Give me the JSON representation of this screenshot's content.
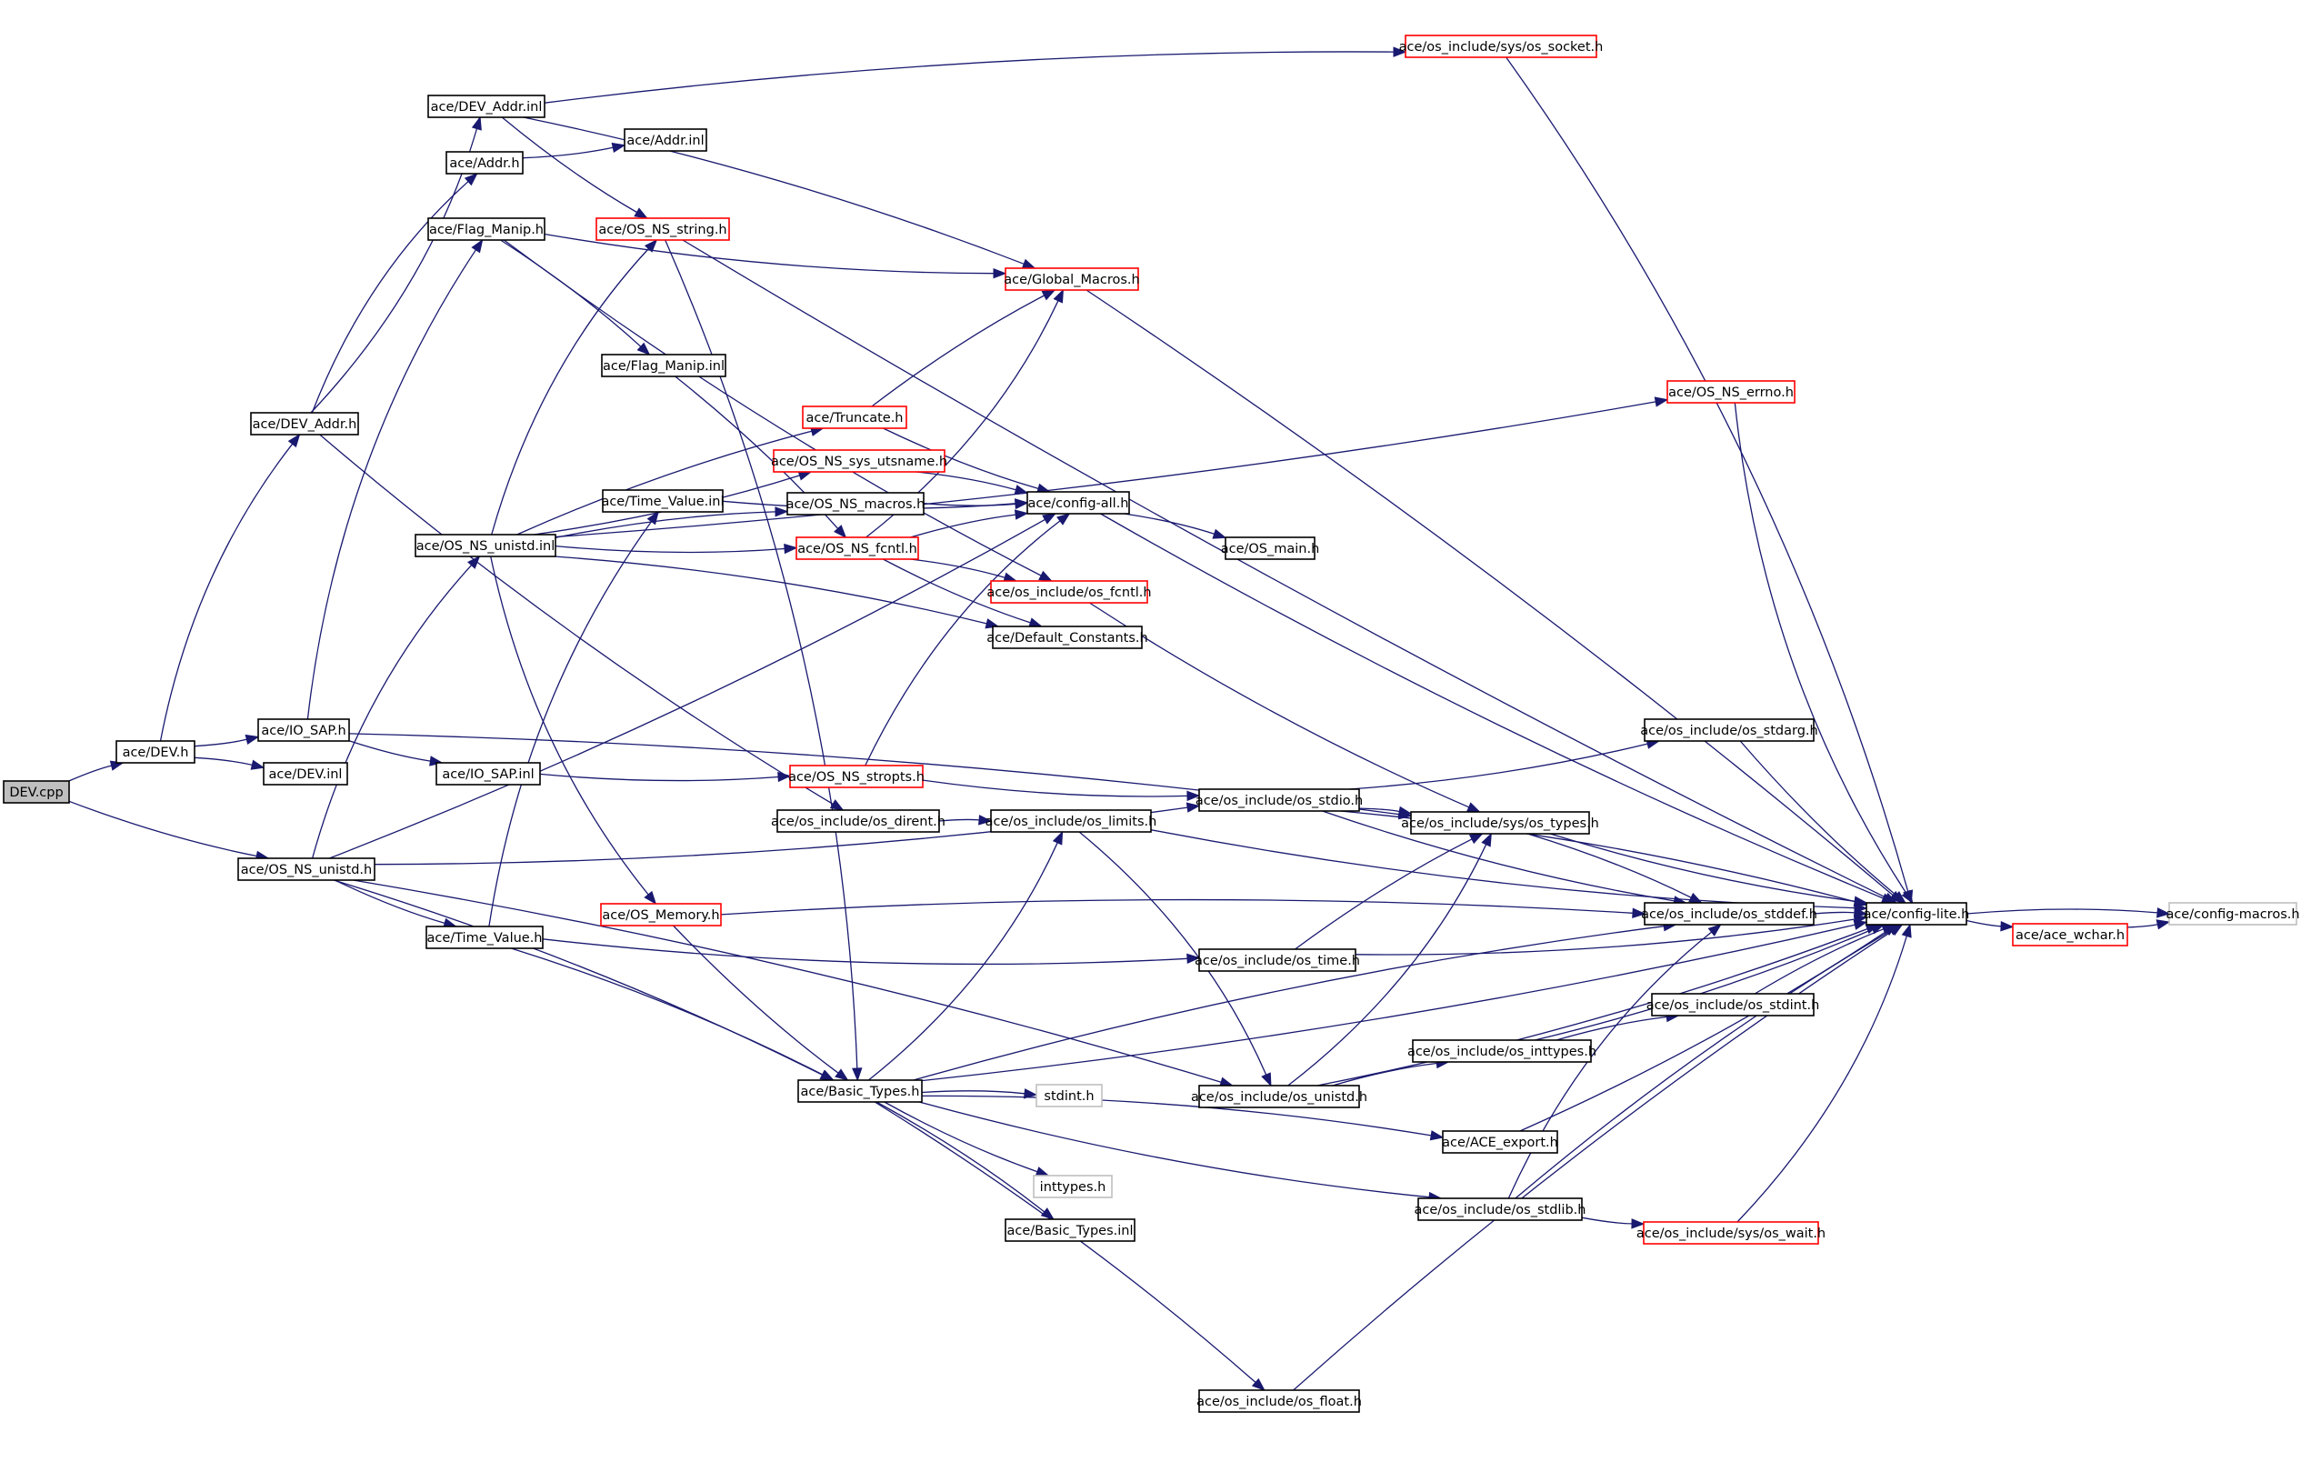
{
  "colors": {
    "edge": "#191970",
    "border_normal": "#000000",
    "border_truncated": "#ff0000",
    "border_external": "#bfbfbf",
    "root_fill": "#bfbfbf",
    "node_fill": "#ffffff"
  },
  "nodes": [
    {
      "id": "n0",
      "label": "DEV.cpp",
      "style": "root"
    },
    {
      "id": "n1",
      "label": "ace/DEV.h",
      "style": "normal"
    },
    {
      "id": "n2",
      "label": "ace/DEV_Addr.h",
      "style": "normal"
    },
    {
      "id": "n3",
      "label": "ace/DEV_Addr.inl",
      "style": "normal"
    },
    {
      "id": "n4",
      "label": "ace/os_include/sys/os_socket.h",
      "style": "truncated"
    },
    {
      "id": "n5",
      "label": "ace/Addr.h",
      "style": "normal"
    },
    {
      "id": "n6",
      "label": "ace/Addr.inl",
      "style": "normal"
    },
    {
      "id": "n7",
      "label": "ace/Flag_Manip.h",
      "style": "normal"
    },
    {
      "id": "n8",
      "label": "ace/OS_NS_string.h",
      "style": "truncated"
    },
    {
      "id": "n9",
      "label": "ace/Global_Macros.h",
      "style": "truncated"
    },
    {
      "id": "n10",
      "label": "ace/Flag_Manip.inl",
      "style": "normal"
    },
    {
      "id": "n11",
      "label": "ace/OS_NS_errno.h",
      "style": "truncated"
    },
    {
      "id": "n12",
      "label": "ace/Truncate.h",
      "style": "truncated"
    },
    {
      "id": "n13",
      "label": "ace/OS_NS_sys_utsname.h",
      "style": "truncated"
    },
    {
      "id": "n14",
      "label": "ace/Time_Value.inl",
      "style": "normal"
    },
    {
      "id": "n15",
      "label": "ace/OS_NS_macros.h",
      "style": "normal"
    },
    {
      "id": "n16",
      "label": "ace/config-all.h",
      "style": "normal"
    },
    {
      "id": "n17",
      "label": "ace/OS_NS_unistd.inl",
      "style": "normal"
    },
    {
      "id": "n18",
      "label": "ace/OS_NS_fcntl.h",
      "style": "truncated"
    },
    {
      "id": "n19",
      "label": "ace/OS_main.h",
      "style": "normal"
    },
    {
      "id": "n20",
      "label": "ace/os_include/os_fcntl.h",
      "style": "truncated"
    },
    {
      "id": "n21",
      "label": "ace/Default_Constants.h",
      "style": "normal"
    },
    {
      "id": "n22",
      "label": "ace/IO_SAP.h",
      "style": "normal"
    },
    {
      "id": "n23",
      "label": "ace/DEV.inl",
      "style": "normal"
    },
    {
      "id": "n24",
      "label": "ace/IO_SAP.inl",
      "style": "normal"
    },
    {
      "id": "n25",
      "label": "ace/OS_NS_stropts.h",
      "style": "truncated"
    },
    {
      "id": "n26",
      "label": "ace/os_include/os_stdarg.h",
      "style": "normal"
    },
    {
      "id": "n27",
      "label": "ace/os_include/os_stdio.h",
      "style": "normal"
    },
    {
      "id": "n28",
      "label": "ace/os_include/os_dirent.h",
      "style": "normal"
    },
    {
      "id": "n29",
      "label": "ace/os_include/os_limits.h",
      "style": "normal"
    },
    {
      "id": "n30",
      "label": "ace/os_include/sys/os_types.h",
      "style": "normal"
    },
    {
      "id": "n31",
      "label": "ace/OS_NS_unistd.h",
      "style": "normal"
    },
    {
      "id": "n32",
      "label": "ace/OS_Memory.h",
      "style": "truncated"
    },
    {
      "id": "n33",
      "label": "ace/os_include/os_stddef.h",
      "style": "normal"
    },
    {
      "id": "n34",
      "label": "ace/config-lite.h",
      "style": "normal"
    },
    {
      "id": "n35",
      "label": "ace/config-macros.h",
      "style": "external"
    },
    {
      "id": "n36",
      "label": "ace/Time_Value.h",
      "style": "normal"
    },
    {
      "id": "n37",
      "label": "ace/os_include/os_time.h",
      "style": "normal"
    },
    {
      "id": "n38",
      "label": "ace/ace_wchar.h",
      "style": "truncated"
    },
    {
      "id": "n39",
      "label": "ace/os_include/os_stdint.h",
      "style": "normal"
    },
    {
      "id": "n40",
      "label": "ace/os_include/os_inttypes.h",
      "style": "normal"
    },
    {
      "id": "n41",
      "label": "ace/Basic_Types.h",
      "style": "normal"
    },
    {
      "id": "n42",
      "label": "stdint.h",
      "style": "external"
    },
    {
      "id": "n43",
      "label": "ace/os_include/os_unistd.h",
      "style": "normal"
    },
    {
      "id": "n44",
      "label": "ace/ACE_export.h",
      "style": "normal"
    },
    {
      "id": "n45",
      "label": "inttypes.h",
      "style": "external"
    },
    {
      "id": "n46",
      "label": "ace/Basic_Types.inl",
      "style": "normal"
    },
    {
      "id": "n47",
      "label": "ace/os_include/os_stdlib.h",
      "style": "normal"
    },
    {
      "id": "n48",
      "label": "ace/os_include/sys/os_wait.h",
      "style": "truncated"
    },
    {
      "id": "n49",
      "label": "ace/os_include/os_float.h",
      "style": "normal"
    }
  ],
  "edges": [
    [
      "n0",
      "n1"
    ],
    [
      "n0",
      "n31"
    ],
    [
      "n1",
      "n2"
    ],
    [
      "n1",
      "n22"
    ],
    [
      "n1",
      "n23"
    ],
    [
      "n2",
      "n3"
    ],
    [
      "n2",
      "n5"
    ],
    [
      "n2",
      "n28"
    ],
    [
      "n3",
      "n4"
    ],
    [
      "n3",
      "n8"
    ],
    [
      "n3",
      "n9"
    ],
    [
      "n5",
      "n6"
    ],
    [
      "n22",
      "n7"
    ],
    [
      "n22",
      "n24"
    ],
    [
      "n22",
      "n30"
    ],
    [
      "n7",
      "n9"
    ],
    [
      "n7",
      "n10"
    ],
    [
      "n7",
      "n20"
    ],
    [
      "n10",
      "n18"
    ],
    [
      "n24",
      "n25"
    ],
    [
      "n31",
      "n17"
    ],
    [
      "n31",
      "n36"
    ],
    [
      "n31",
      "n41"
    ],
    [
      "n31",
      "n27"
    ],
    [
      "n31",
      "n43"
    ],
    [
      "n31",
      "n16"
    ],
    [
      "n17",
      "n8"
    ],
    [
      "n17",
      "n11"
    ],
    [
      "n17",
      "n12"
    ],
    [
      "n17",
      "n13"
    ],
    [
      "n17",
      "n15"
    ],
    [
      "n17",
      "n18"
    ],
    [
      "n17",
      "n21"
    ],
    [
      "n17",
      "n32"
    ],
    [
      "n8",
      "n41"
    ],
    [
      "n8",
      "n34"
    ],
    [
      "n12",
      "n9"
    ],
    [
      "n12",
      "n16"
    ],
    [
      "n13",
      "n16"
    ],
    [
      "n15",
      "n16"
    ],
    [
      "n18",
      "n16"
    ],
    [
      "n18",
      "n9"
    ],
    [
      "n18",
      "n20"
    ],
    [
      "n18",
      "n21"
    ],
    [
      "n16",
      "n19"
    ],
    [
      "n16",
      "n34"
    ],
    [
      "n9",
      "n34"
    ],
    [
      "n11",
      "n34"
    ],
    [
      "n4",
      "n34"
    ],
    [
      "n20",
      "n30"
    ],
    [
      "n25",
      "n16"
    ],
    [
      "n25",
      "n27"
    ],
    [
      "n28",
      "n29"
    ],
    [
      "n29",
      "n34"
    ],
    [
      "n29",
      "n43"
    ],
    [
      "n27",
      "n26"
    ],
    [
      "n27",
      "n30"
    ],
    [
      "n27",
      "n33"
    ],
    [
      "n27",
      "n34"
    ],
    [
      "n26",
      "n34"
    ],
    [
      "n30",
      "n33"
    ],
    [
      "n30",
      "n34"
    ],
    [
      "n33",
      "n34"
    ],
    [
      "n34",
      "n38"
    ],
    [
      "n34",
      "n35"
    ],
    [
      "n38",
      "n35"
    ],
    [
      "n32",
      "n33"
    ],
    [
      "n32",
      "n41"
    ],
    [
      "n36",
      "n14"
    ],
    [
      "n36",
      "n37"
    ],
    [
      "n36",
      "n41"
    ],
    [
      "n14",
      "n16"
    ],
    [
      "n37",
      "n30"
    ],
    [
      "n37",
      "n34"
    ],
    [
      "n41",
      "n42"
    ],
    [
      "n41",
      "n29"
    ],
    [
      "n41",
      "n33"
    ],
    [
      "n41",
      "n34"
    ],
    [
      "n41",
      "n44"
    ],
    [
      "n41",
      "n45"
    ],
    [
      "n41",
      "n46"
    ],
    [
      "n41",
      "n47"
    ],
    [
      "n41",
      "n49"
    ],
    [
      "n43",
      "n30"
    ],
    [
      "n43",
      "n40"
    ],
    [
      "n43",
      "n34"
    ],
    [
      "n40",
      "n39"
    ],
    [
      "n40",
      "n34"
    ],
    [
      "n39",
      "n34"
    ],
    [
      "n44",
      "n34"
    ],
    [
      "n47",
      "n33"
    ],
    [
      "n47",
      "n48"
    ],
    [
      "n47",
      "n34"
    ],
    [
      "n48",
      "n34"
    ],
    [
      "n49",
      "n34"
    ]
  ]
}
